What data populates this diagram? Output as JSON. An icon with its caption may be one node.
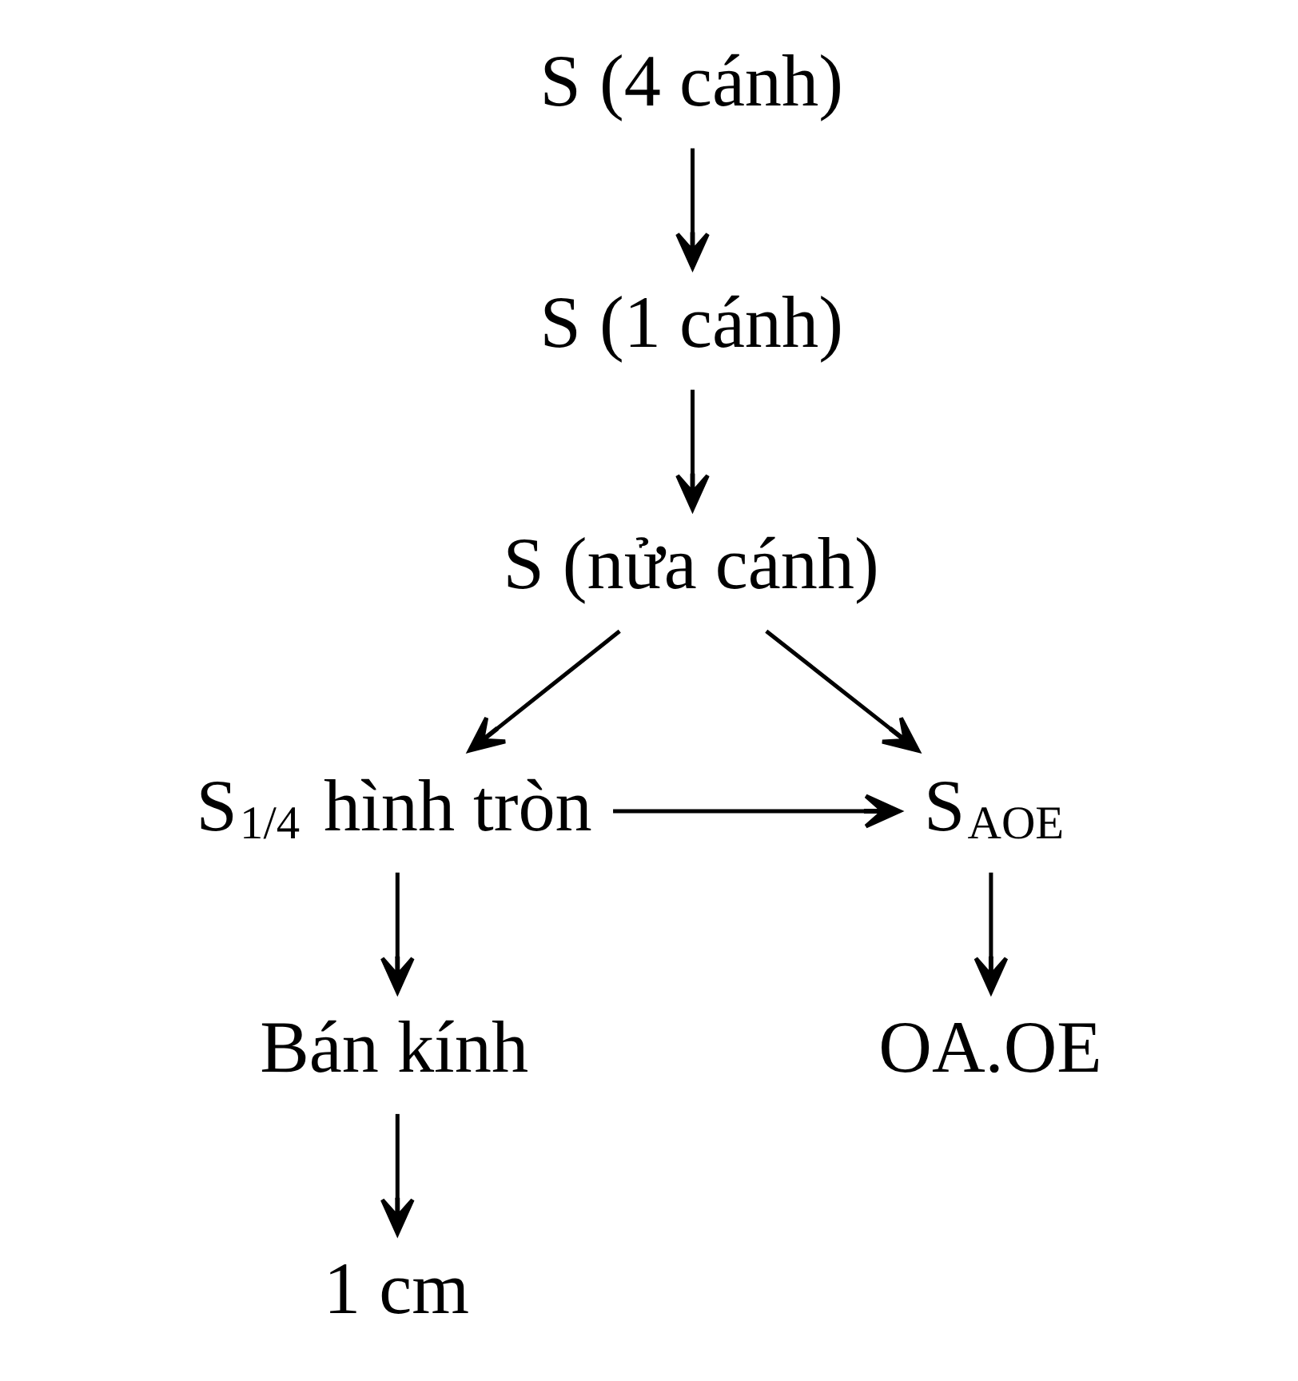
{
  "diagram": {
    "nodes": [
      {
        "text": [
          "S (4 cánh)"
        ]
      },
      {
        "text": [
          "S (1 cánh)"
        ]
      },
      {
        "text": [
          "S (nửa cánh)"
        ]
      },
      {
        "text": [
          "S$_{1/4}$ hình tròn"
        ]
      },
      {
        "text": [
          "S$_{AOE}$"
        ]
      },
      {
        "text": [
          "Bán kính"
        ]
      },
      {
        "text": [
          "OA.OE"
        ]
      },
      {
        "text": [
          "1 cm"
        ]
      }
    ],
    "edges": [
      {
        "from": 0,
        "to": 1,
        "arrow": "to"
      },
      {
        "from": 1,
        "to": 2,
        "arrow": "to"
      },
      {
        "from": 2,
        "to": 3,
        "arrow": "to"
      },
      {
        "from": 2,
        "to": 4,
        "arrow": "to"
      },
      {
        "from": 3,
        "to": 4,
        "arrow": "to"
      },
      {
        "from": 3,
        "to": 5,
        "arrow": "to"
      },
      {
        "from": 4,
        "to": 6,
        "arrow": "to"
      },
      {
        "from": 5,
        "to": 7,
        "arrow": "to"
      }
    ]
  }
}
